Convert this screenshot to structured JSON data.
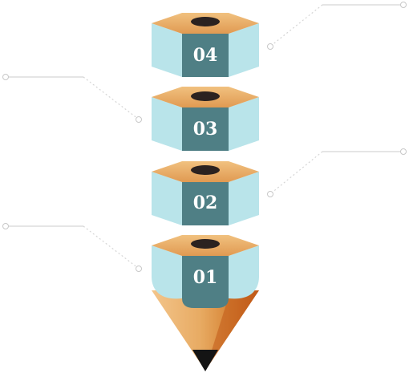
{
  "colors": {
    "side_face": "#b9e4ea",
    "side_face_shade": "#a6d6dd",
    "center_face": "#4f7f85",
    "top_face": "#e7ac66",
    "top_face_light": "#f1c17f",
    "hole": "#2b2220",
    "wood_light": "#f3c58b",
    "wood_mid": "#e3a25a",
    "wood_dark": "#c9641f",
    "lead": "#141414",
    "connector": "#d5d5d5"
  },
  "segments": [
    {
      "label": "04"
    },
    {
      "label": "03"
    },
    {
      "label": "02"
    },
    {
      "label": "01"
    }
  ]
}
